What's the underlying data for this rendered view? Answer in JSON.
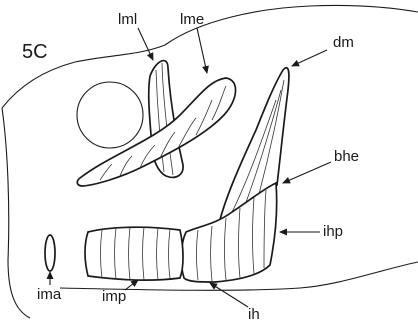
{
  "figure": {
    "panel_label": "5C",
    "labels": {
      "lml": "lml",
      "lme": "lme",
      "dm": "dm",
      "bhe": "bhe",
      "ihp": "ihp",
      "ima": "ima",
      "imp": "imp",
      "ih": "ih"
    },
    "colors": {
      "line": "#1a1a1a",
      "background": "#ffffff"
    }
  }
}
